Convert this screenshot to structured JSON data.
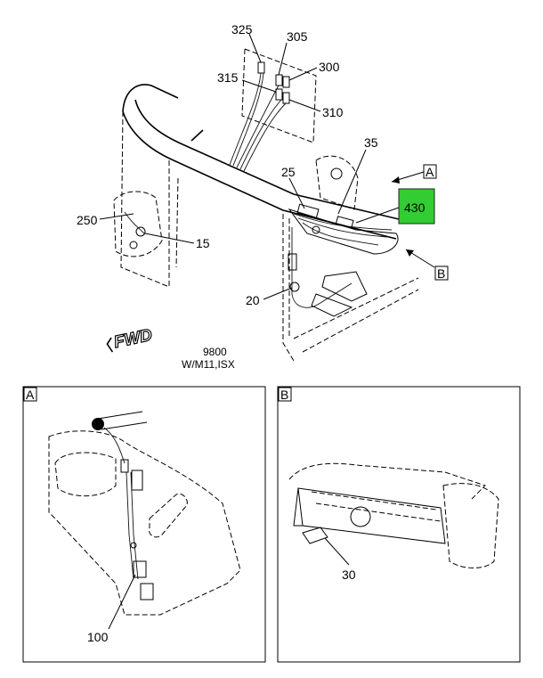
{
  "main_view": {
    "callouts": [
      "325",
      "305",
      "300",
      "315",
      "310",
      "35",
      "25",
      "250",
      "15",
      "20",
      "430"
    ],
    "highlight_color": "#33cc33",
    "fwd_label": "FWD",
    "view_refs": [
      "A",
      "B"
    ],
    "caption_line1": "9800",
    "caption_line2": "W/M11,ISX"
  },
  "detail_a": {
    "letter": "A",
    "callouts": [
      "100"
    ]
  },
  "detail_b": {
    "letter": "B",
    "callouts": [
      "30"
    ]
  }
}
